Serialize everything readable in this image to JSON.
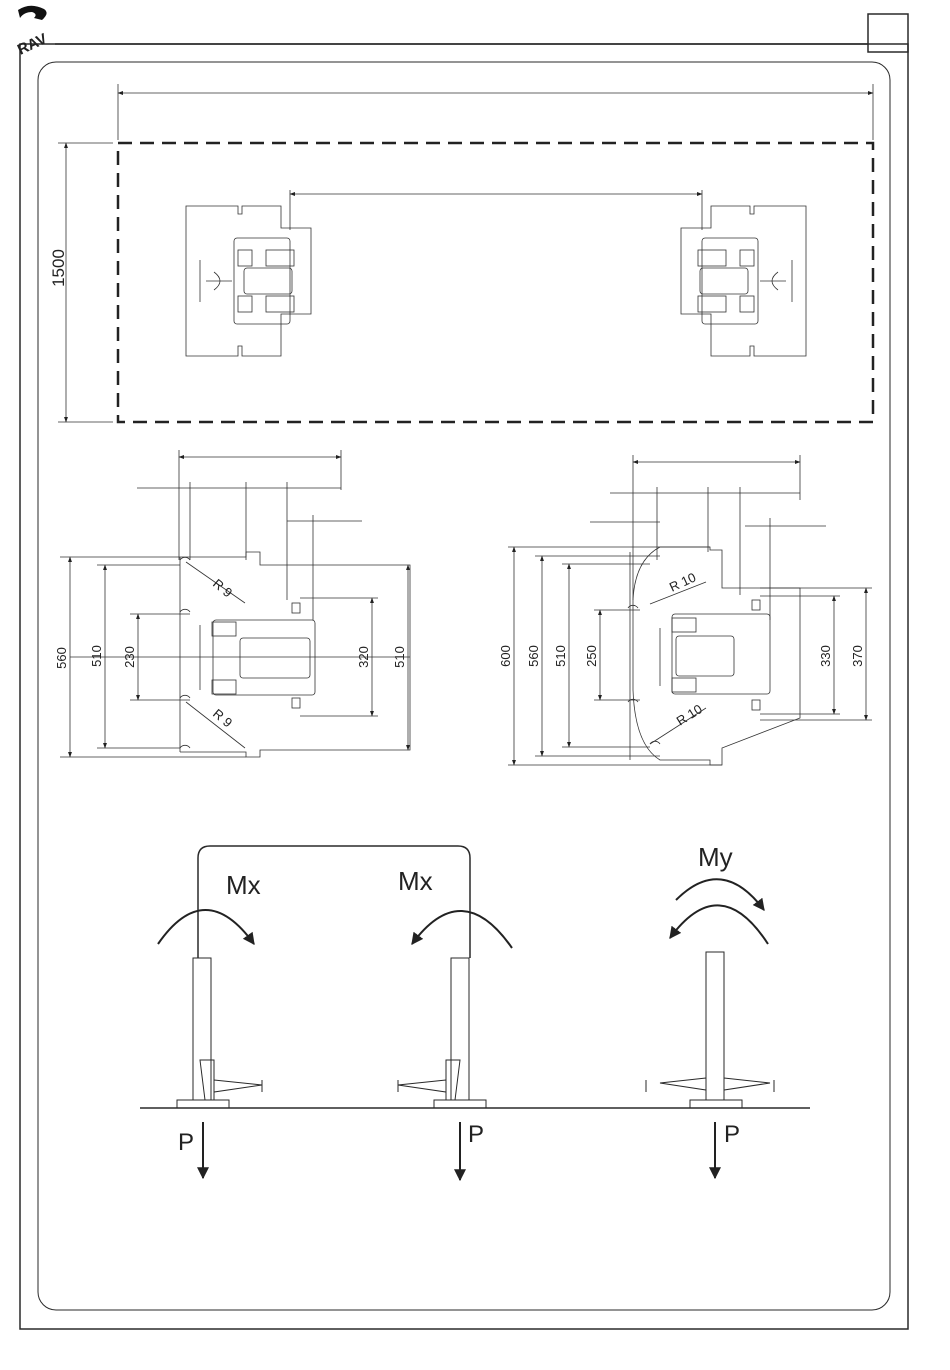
{
  "header": {
    "logo_text": "RAV",
    "page_number": ""
  },
  "top_plan": {
    "height_label": "1500"
  },
  "left_detail": {
    "labels": {
      "h560": "560",
      "h510_left": "510",
      "h230": "230",
      "h320": "320",
      "h510_right": "510",
      "r_top": "R 9",
      "r_bottom": "R 9"
    }
  },
  "right_detail": {
    "labels": {
      "h600": "600",
      "h560": "560",
      "h510": "510",
      "h250": "250",
      "h330": "330",
      "h370": "370",
      "r_top": "R 10",
      "r_bottom": "R 10"
    }
  },
  "moments": {
    "columns": [
      {
        "moment": "Mx",
        "load": "P"
      },
      {
        "moment": "Mx",
        "load": "P"
      },
      {
        "moment": "My",
        "load": "P"
      }
    ]
  },
  "colors": {
    "line": "#2a2a2a",
    "background": "#ffffff"
  }
}
